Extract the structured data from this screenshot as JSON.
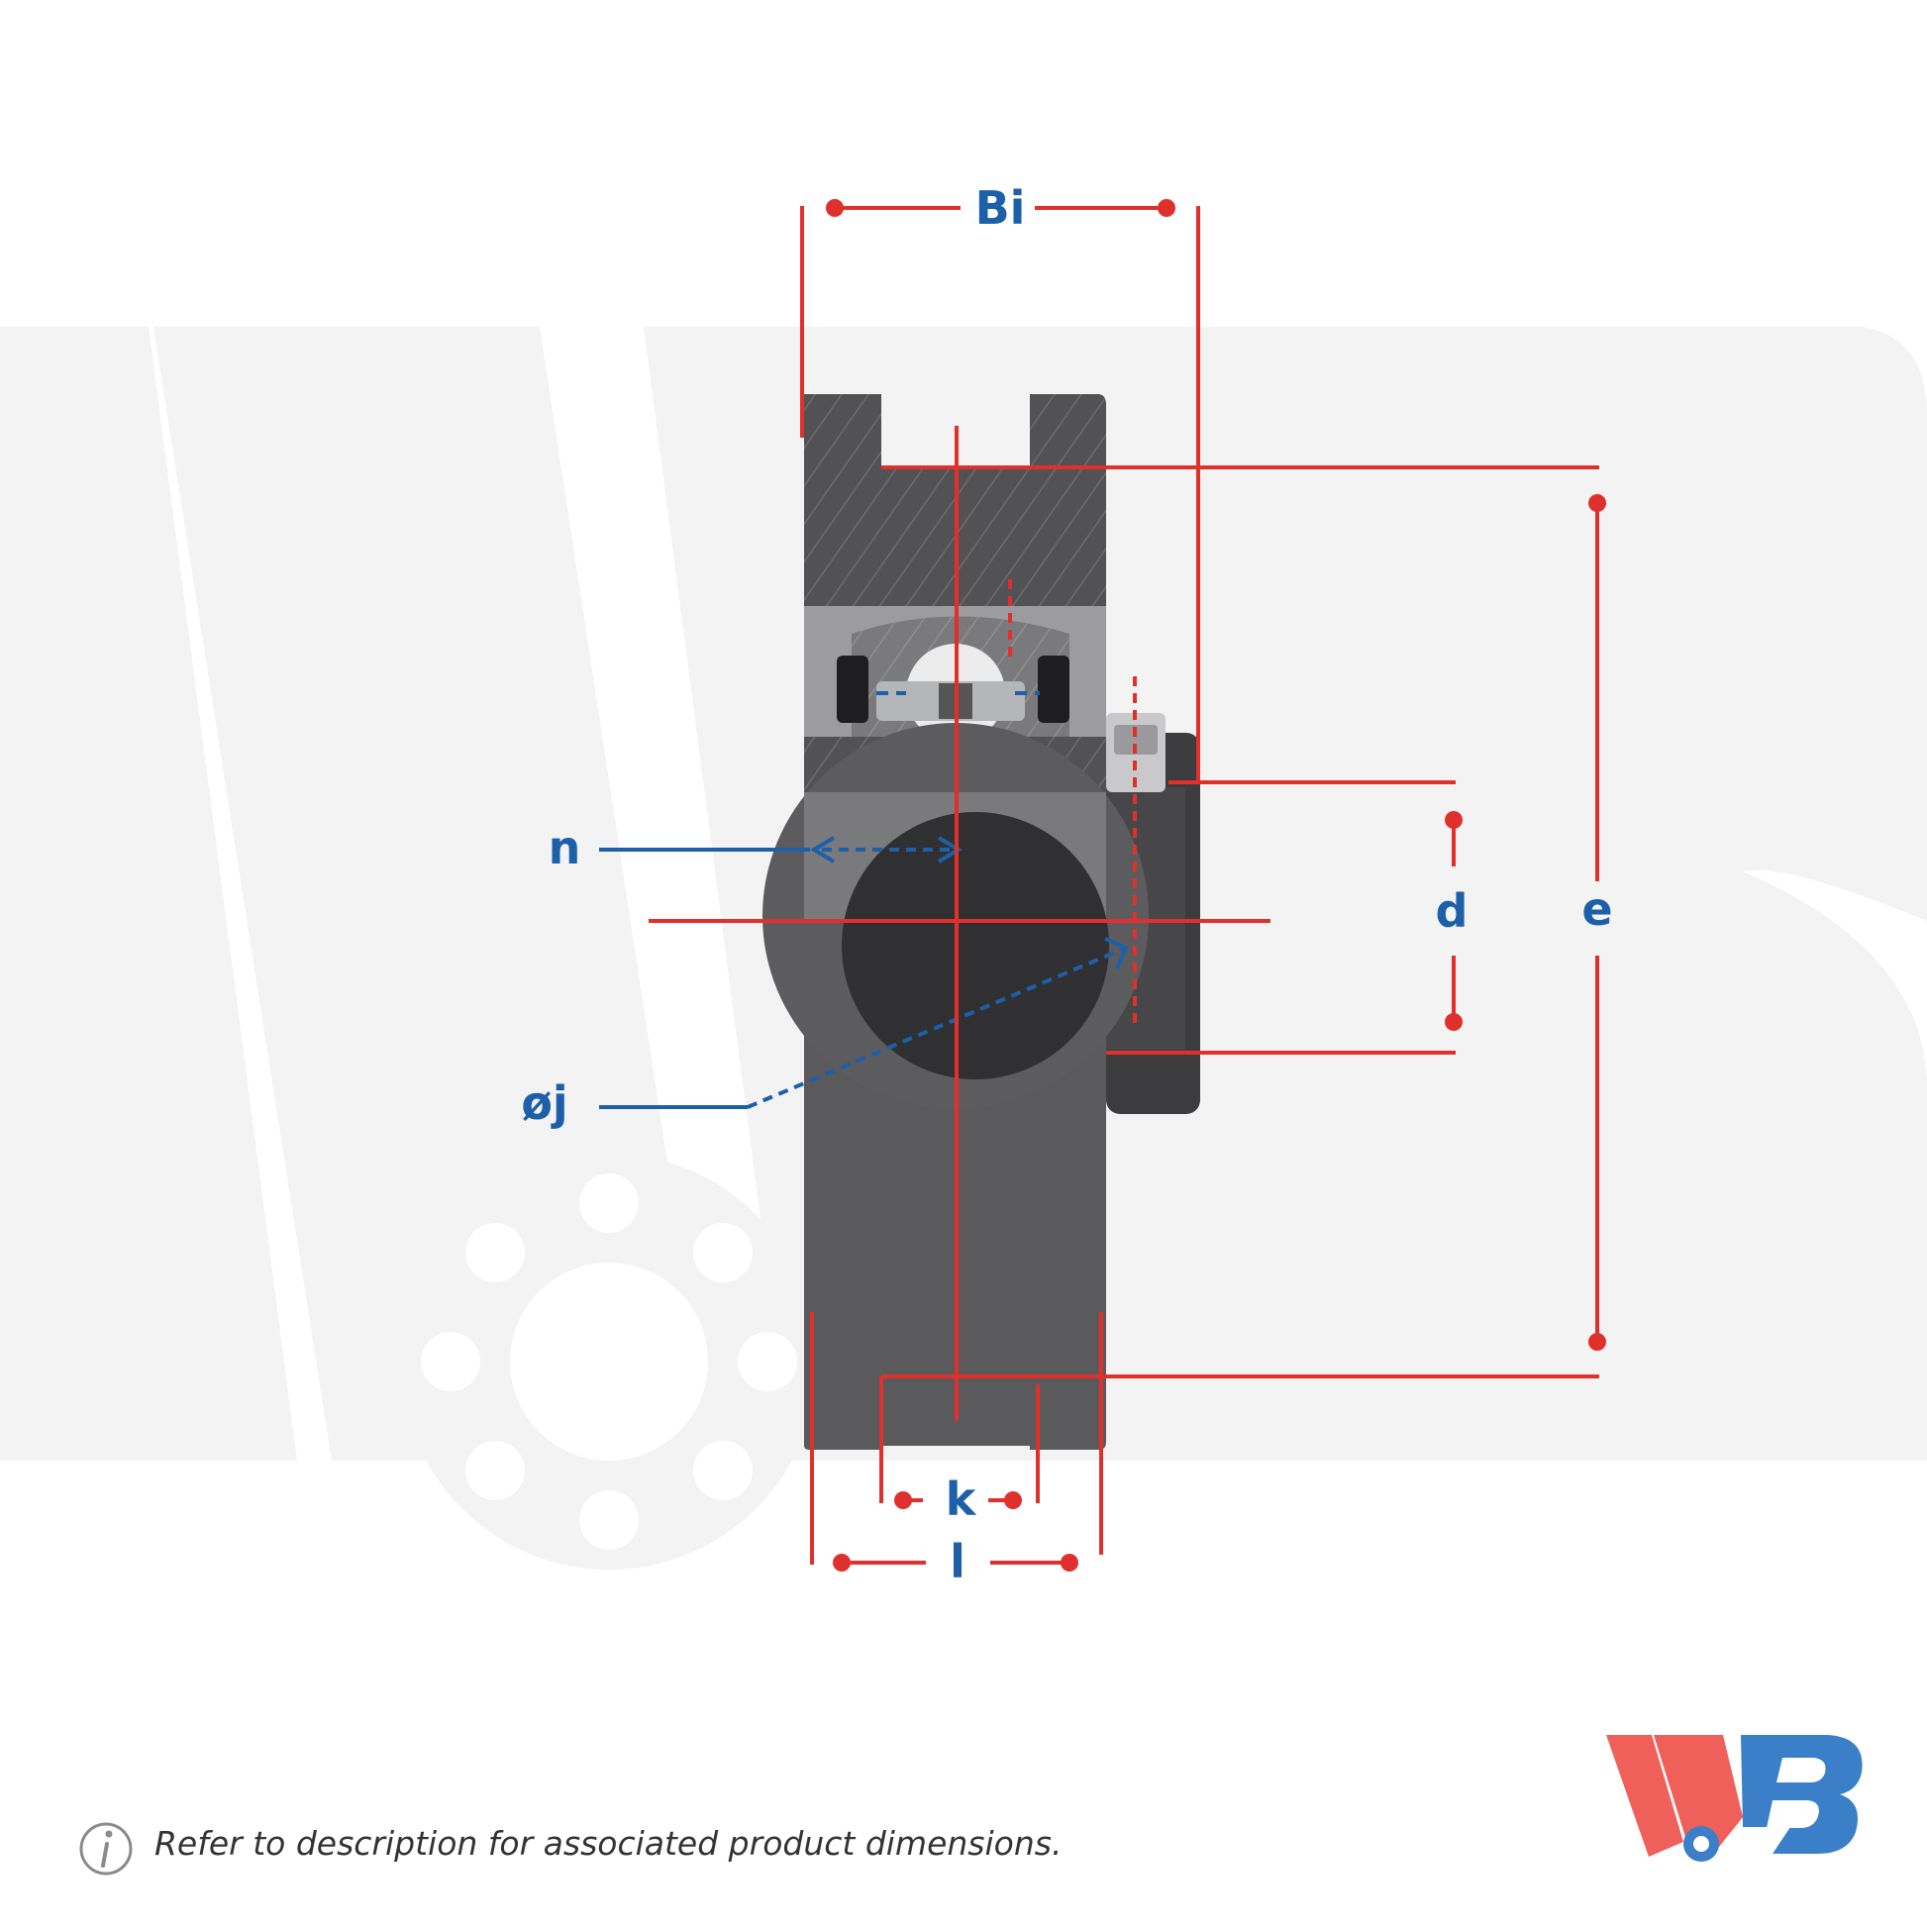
{
  "labels": {
    "bi": "Bi",
    "n": "n",
    "d": "d",
    "e": "e",
    "j": "øj",
    "k": "k",
    "l": "l"
  },
  "footer": {
    "note": "Refer to description for associated product dimensions."
  },
  "icons": {
    "info": "info-icon",
    "logo": "wjb-logo-icon"
  },
  "colors": {
    "dimension_line": "#e0302c",
    "label_blue": "#1d5fa8",
    "housing_dark": "#4e4e50",
    "logo_red": "#f0605a",
    "logo_blue": "#3a7fc8",
    "watermark": "#f3f3f4"
  }
}
